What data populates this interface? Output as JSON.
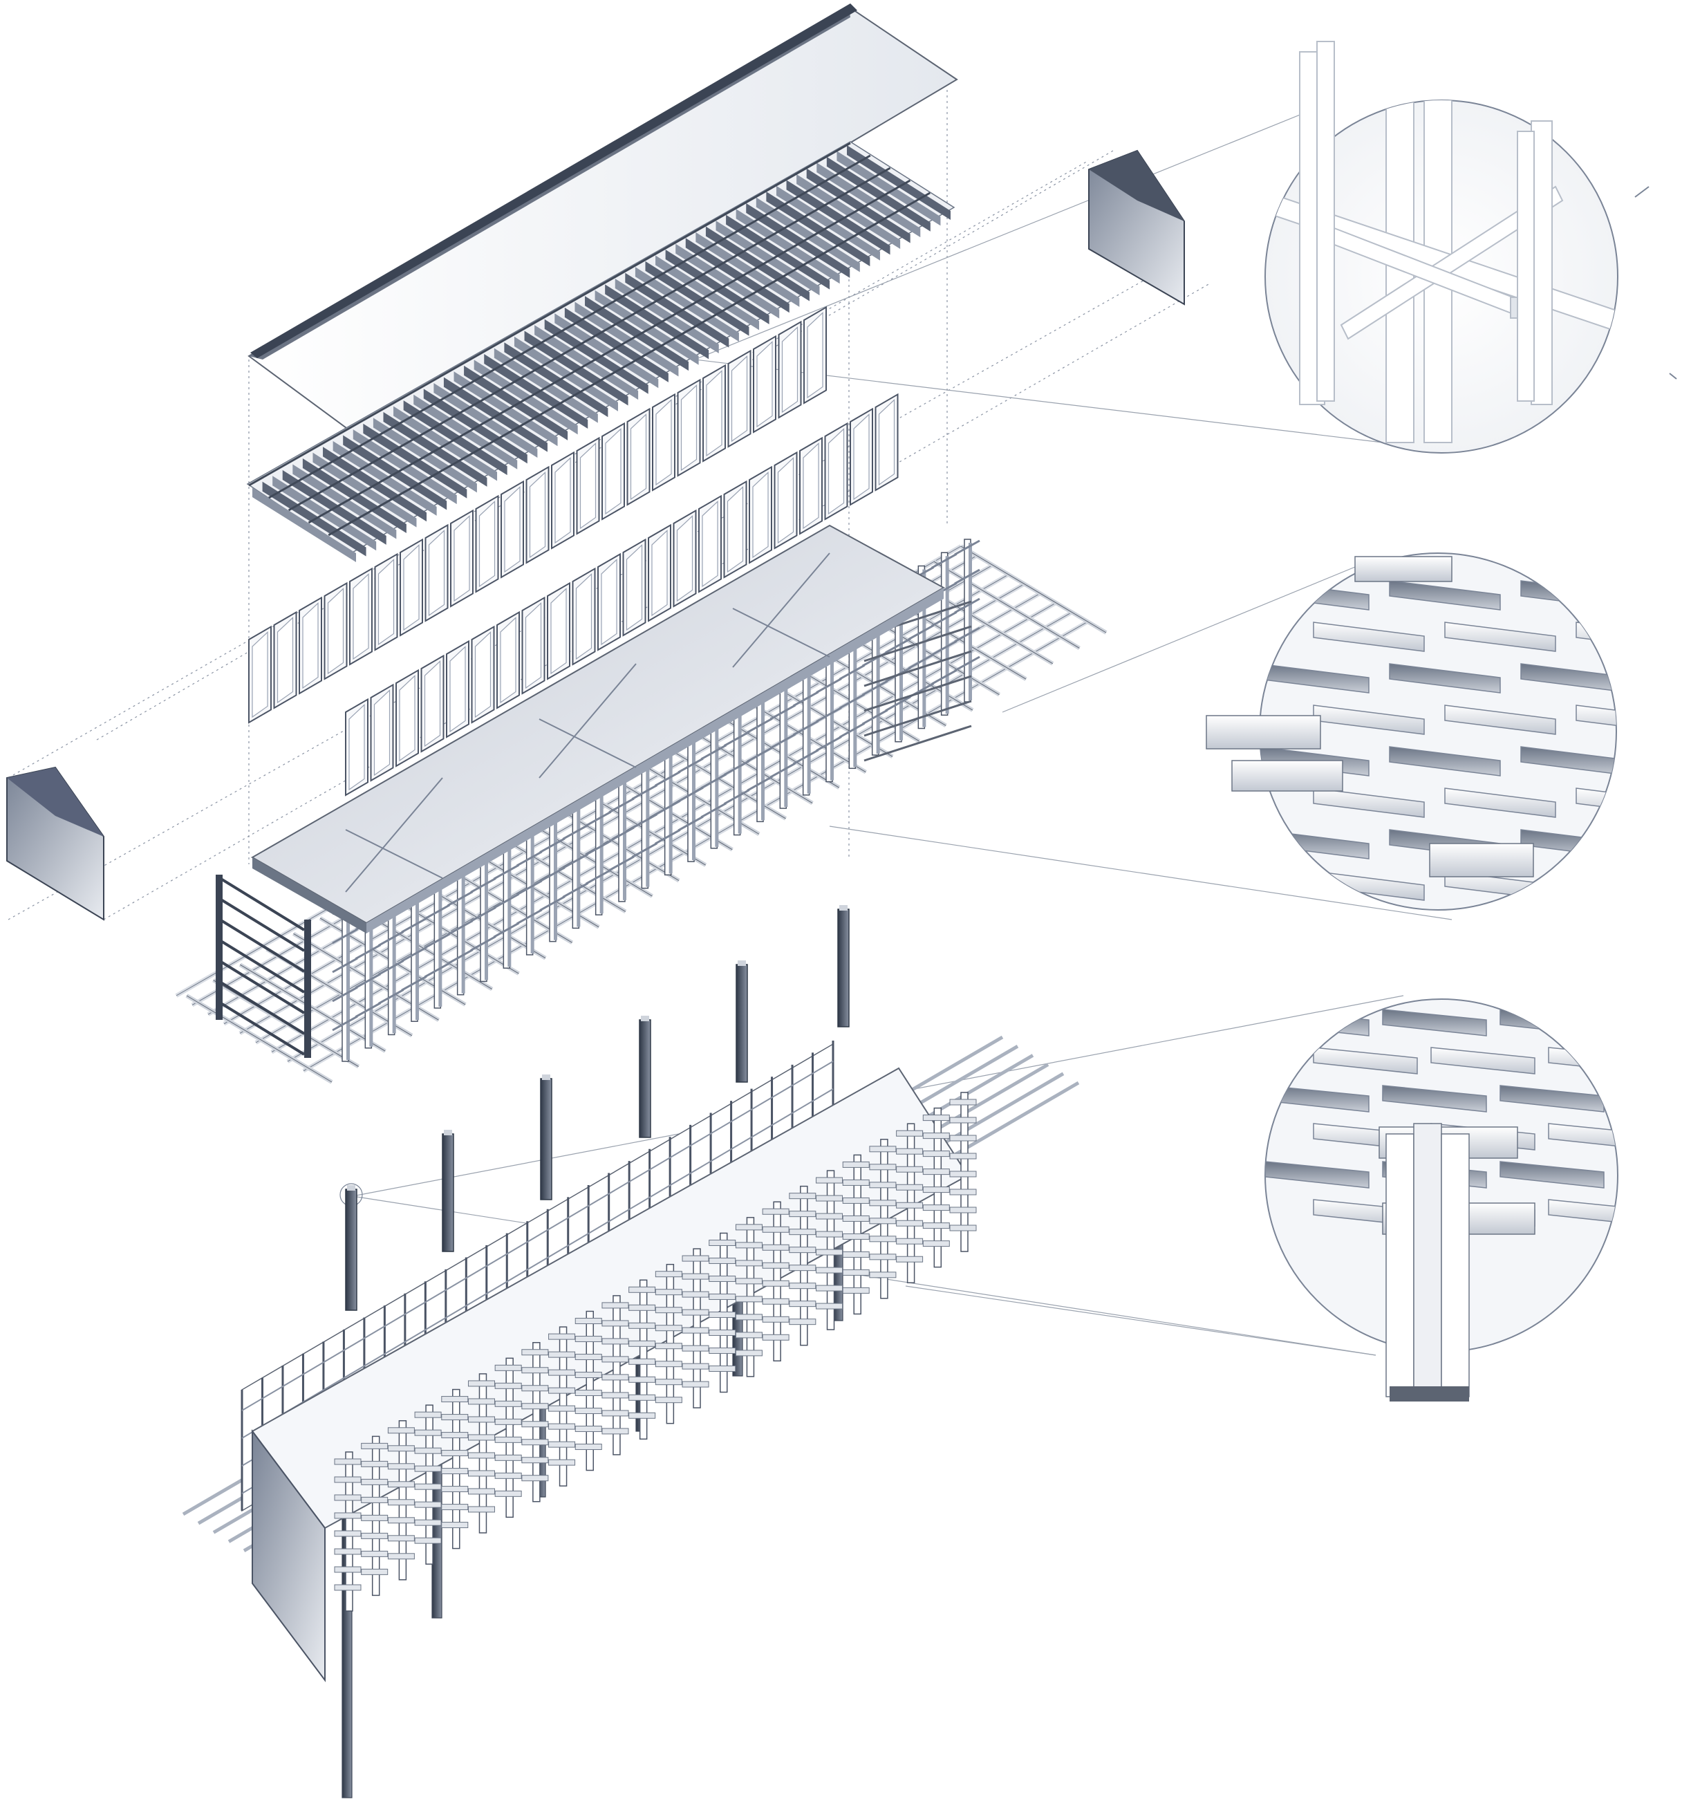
{
  "diagram": {
    "kind": "exploded axonometric",
    "labels": [],
    "components": [
      "roof-cover",
      "roof-rafters",
      "wall-panels-upper",
      "wall-panels-lower",
      "gable-end-left",
      "gable-end-right",
      "floor-platform",
      "timber-frame-grid",
      "support-posts",
      "assembled-building",
      "detail-callout-brace",
      "detail-callout-joist-grid",
      "detail-callout-post-joint"
    ],
    "colors": {
      "line": "#5c6472",
      "shade_dark": "#3b4454",
      "shade_mid": "#8a93a3",
      "shade_light": "#e9ecf1",
      "detail_line": "#9aa2ae",
      "background": "#ffffff"
    }
  }
}
